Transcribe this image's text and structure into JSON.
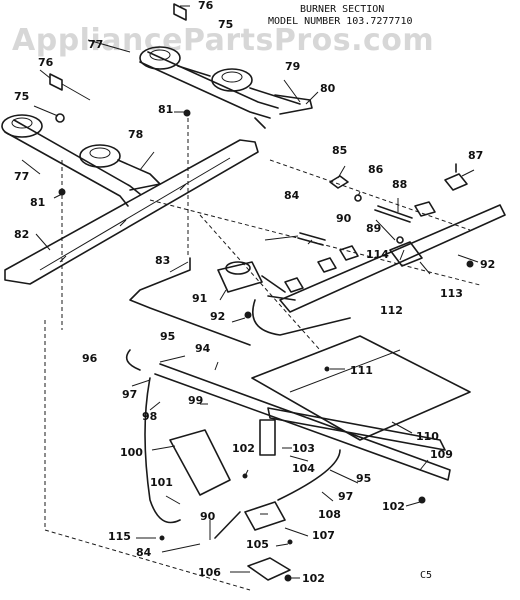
{
  "watermark": "AppliancePartsPros.com",
  "header": {
    "title": "BURNER SECTION",
    "model": "MODEL NUMBER 103.7277710"
  },
  "corner_code": "C5",
  "callouts": [
    "75",
    "75",
    "76",
    "76",
    "77",
    "77",
    "78",
    "79",
    "80",
    "81",
    "81",
    "82",
    "83",
    "84",
    "84",
    "85",
    "86",
    "87",
    "88",
    "89",
    "90",
    "90",
    "91",
    "92",
    "92",
    "94",
    "95",
    "95",
    "96",
    "97",
    "97",
    "98",
    "99",
    "100",
    "101",
    "102",
    "102",
    "102",
    "103",
    "104",
    "105",
    "106",
    "107",
    "108",
    "109",
    "110",
    "111",
    "112",
    "113",
    "114",
    "115"
  ]
}
